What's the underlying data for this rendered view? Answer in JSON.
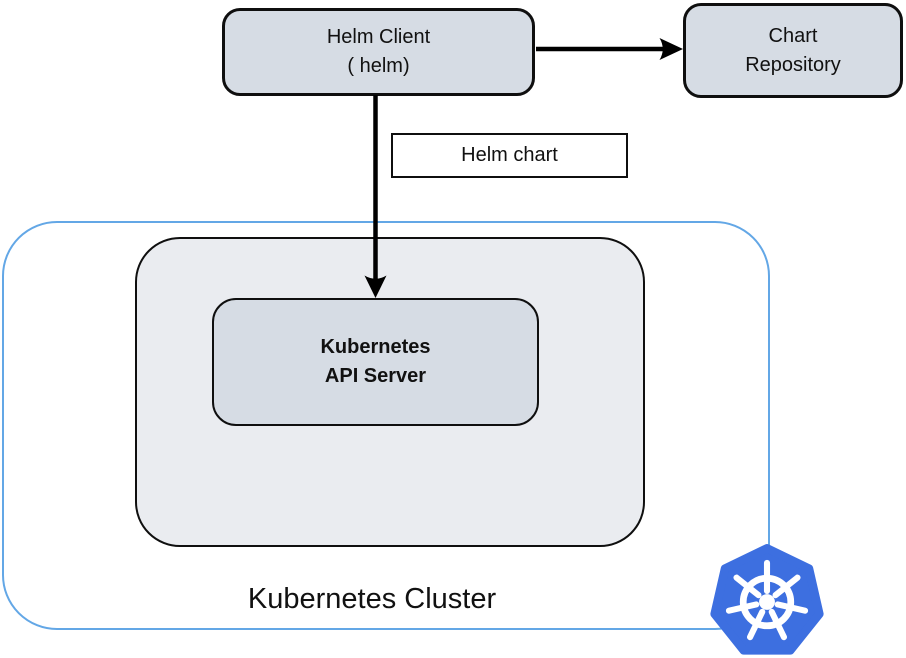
{
  "diagram": {
    "nodes": {
      "helm_client": {
        "line1": "Helm Client",
        "line2": "( helm)"
      },
      "chart_repository": {
        "line1": "Chart",
        "line2": "Repository"
      },
      "api_server": {
        "line1": "Kubernetes",
        "line2": "API Server"
      }
    },
    "labels": {
      "helm_chart": "Helm chart",
      "cluster": "Kubernetes Cluster"
    },
    "icons": {
      "kubernetes_logo": "kubernetes-wheel-heptagon"
    },
    "colors": {
      "node_fill": "#d6dce4",
      "container_fill": "#eaecf0",
      "node_border": "#0f0f0f",
      "cluster_border": "#63a7e6",
      "kubernetes_blue": "#3d6fe0",
      "wheel_color": "#ffffff",
      "arrow_color": "#000000",
      "text_color": "#111111",
      "label_box_fill": "#ffffff"
    }
  }
}
